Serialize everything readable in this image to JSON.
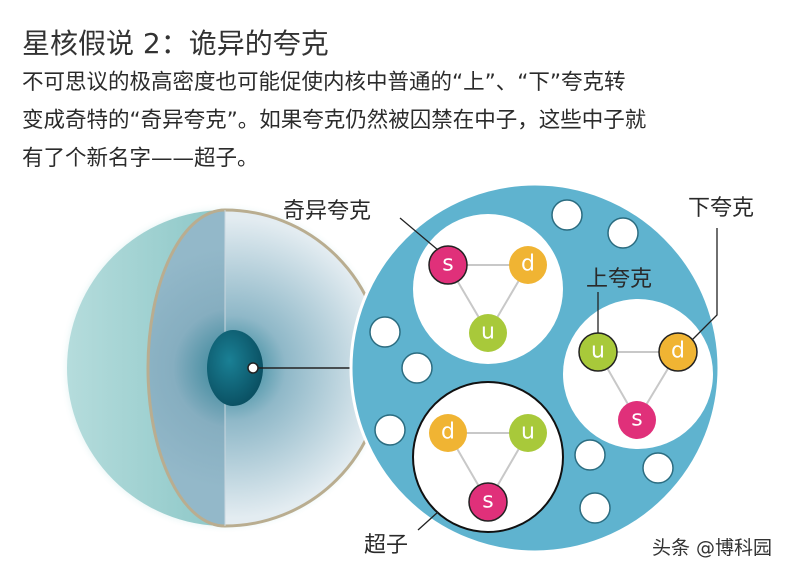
{
  "title": "星核假说 2：诡异的夸克",
  "paragraph": {
    "lines": [
      "不可思议的极高密度也可能促使内核中普通的“上”、“下”夸克转",
      "变成奇特的“奇异夸克”。如果夸克仍然被囚禁在中子，这些中子就",
      "有了个新名字——超子。"
    ]
  },
  "labels": {
    "strange_quark": "奇异夸克",
    "down_quark": "下夸克",
    "up_quark": "上夸克",
    "hyperon": "超子"
  },
  "quarks": {
    "s": "s",
    "d": "d",
    "u": "u"
  },
  "watermark": "头条 @博科园",
  "colors": {
    "matrix": "#5fb3cf",
    "strange": "#e0307a",
    "down": "#f0b433",
    "up": "#a8c93a",
    "core": "#0d5f73"
  }
}
